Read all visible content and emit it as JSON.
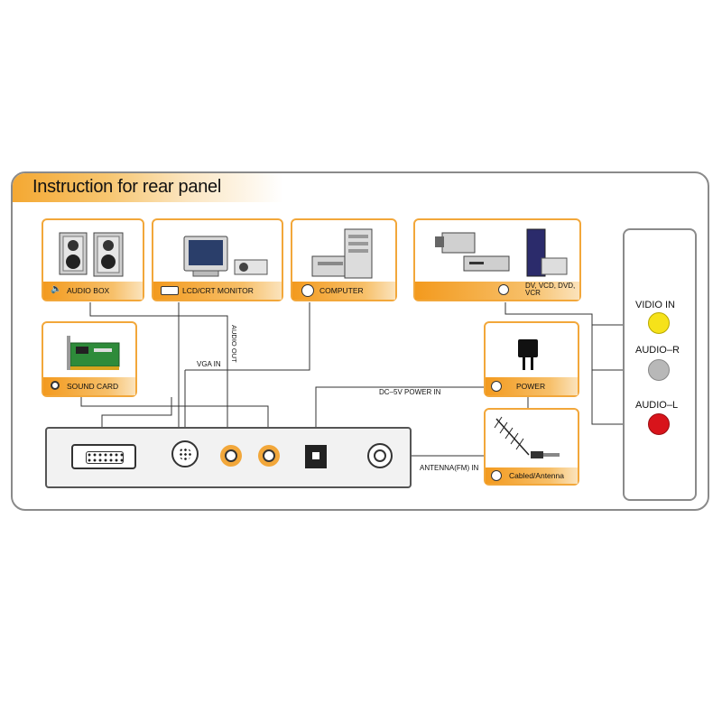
{
  "title": "Instruction for rear panel",
  "devices": {
    "audio_box": "AUDIO BOX",
    "monitor": "LCD/CRT MONITOR",
    "computer": "COMPUTER",
    "dv_source": "DV, VCD, DVD, VCR",
    "sound_card": "SOUND CARD",
    "power": "POWER",
    "antenna": "Cabled/Antenna"
  },
  "ports": {
    "vga_in": "VGA IN",
    "audio_out": "AUDIO OUT",
    "dc_power_in": "DC–5V POWER IN",
    "antenna_in": "ANTENNA(FM) IN"
  },
  "rca": {
    "video_in": "VIDIO IN",
    "audio_r": "AUDIO–R",
    "audio_l": "AUDIO–L"
  },
  "colors": {
    "accent": "#f2a73a",
    "video": "#f6e21a",
    "audio_r": "#b8b8b8",
    "audio_l": "#d8141b"
  }
}
